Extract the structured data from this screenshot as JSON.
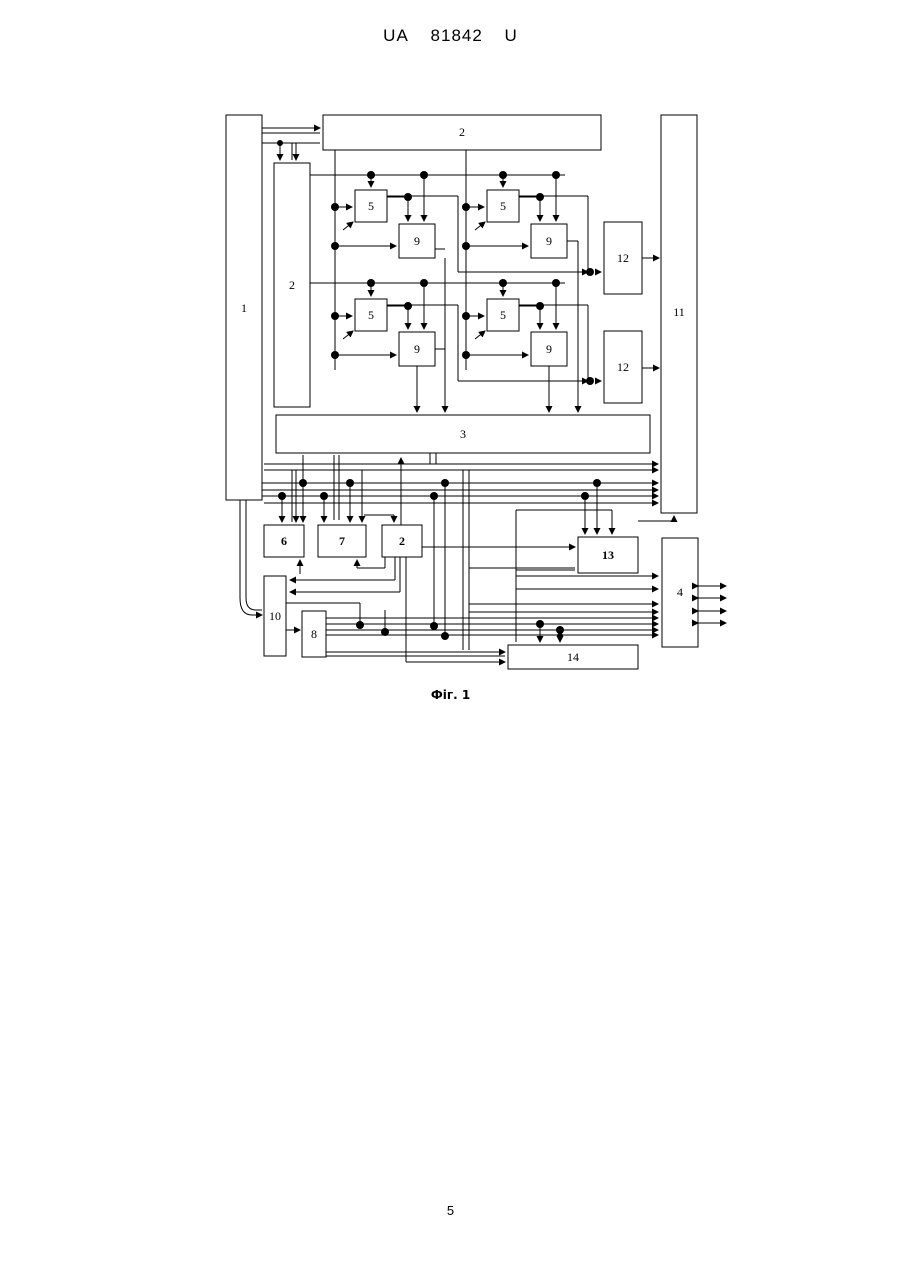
{
  "header": {
    "doc_code": "UA",
    "doc_number": "81842",
    "doc_kind": "U"
  },
  "diagram": {
    "blocks": {
      "b1": "1",
      "b2_top": "2",
      "b2_left": "2",
      "b2_bottom": "2",
      "b3": "3",
      "b4": "4",
      "b5_tl": "5",
      "b5_tr": "5",
      "b5_bl": "5",
      "b5_br": "5",
      "b6": "6",
      "b7": "7",
      "b8": "8",
      "b9_tl": "9",
      "b9_tr": "9",
      "b9_bl": "9",
      "b9_br": "9",
      "b10": "10",
      "b11": "11",
      "b12_top": "12",
      "b12_bottom": "12",
      "b13": "13",
      "b14": "14"
    }
  },
  "caption": "Фіг. 1",
  "page_number": "5"
}
